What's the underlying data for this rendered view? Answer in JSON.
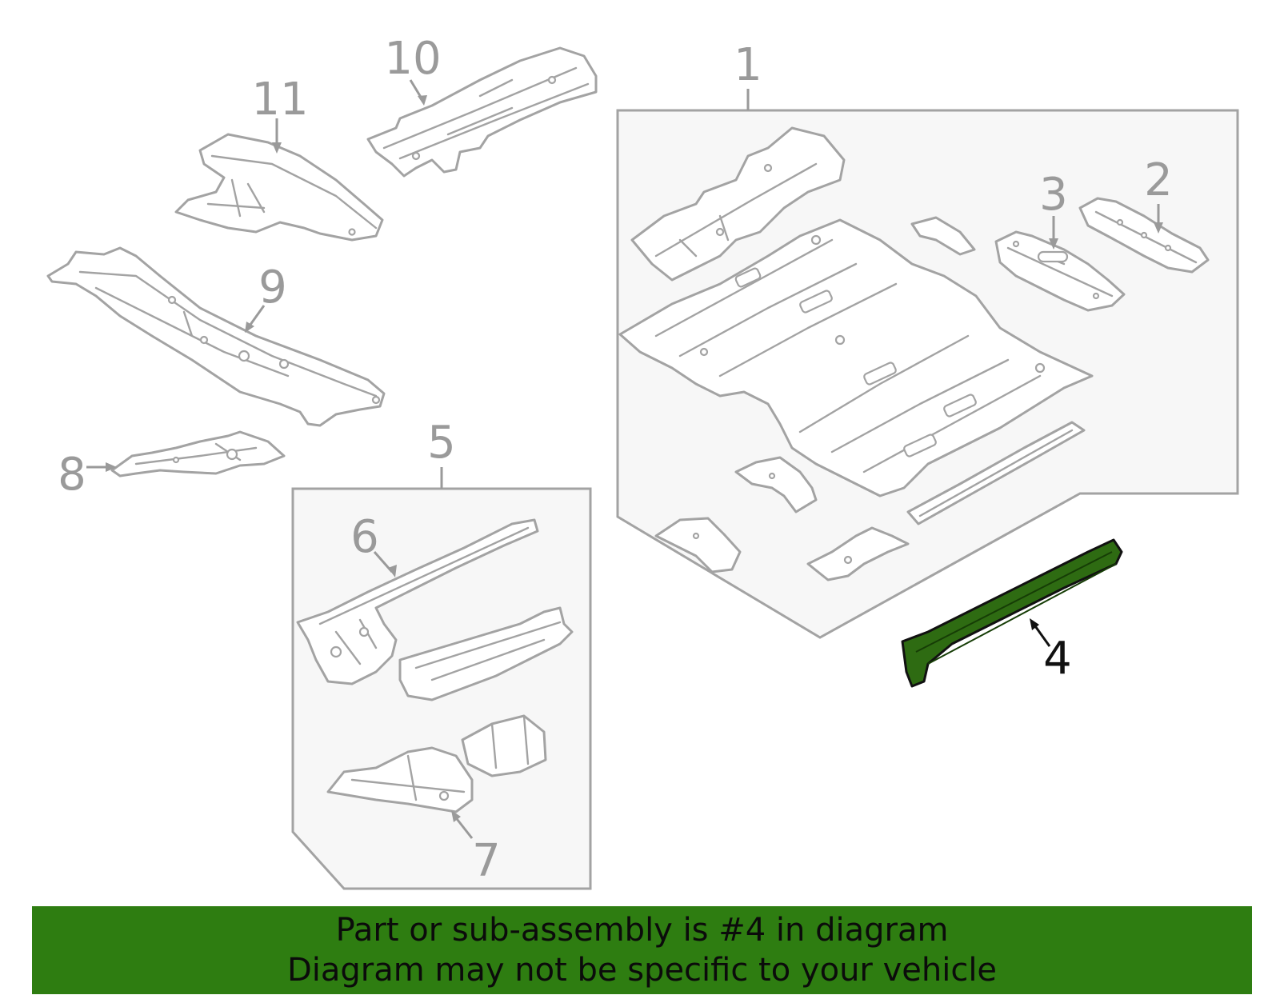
{
  "callouts": {
    "c1": "1",
    "c2": "2",
    "c3": "3",
    "c4": "4",
    "c5": "5",
    "c6": "6",
    "c7": "7",
    "c8": "8",
    "c9": "9",
    "c10": "10",
    "c11": "11"
  },
  "highlighted_part": "4",
  "colors": {
    "highlight": "#2e6b12",
    "banner": "#2e7d11",
    "line_art": "#a3a3a3",
    "group_box_fill": "#f7f7f7"
  },
  "banner": {
    "line1": "Part or sub-assembly is #4 in diagram",
    "line2": "Diagram may not be specific to your vehicle"
  }
}
